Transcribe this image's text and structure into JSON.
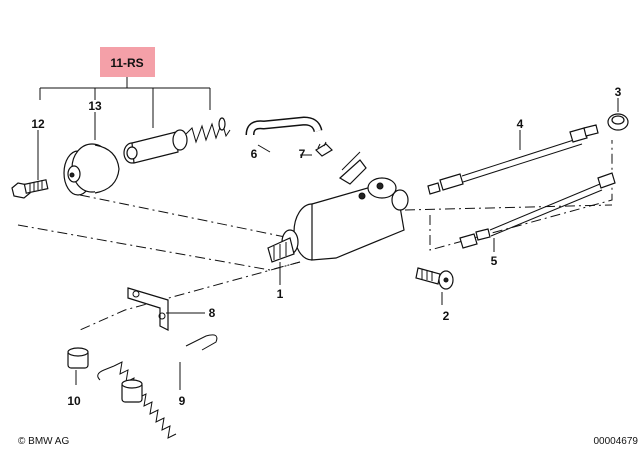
{
  "kit_label": "11-RS",
  "kit_color": "#f4a0a8",
  "callouts": {
    "p1": "1",
    "p2": "2",
    "p3": "3",
    "p4": "4",
    "p5": "5",
    "p6": "6",
    "p7": "7",
    "p8": "8",
    "p9": "9",
    "p10": "10",
    "p12": "12",
    "p13": "13"
  },
  "copyright": "© BMW AG",
  "diagram_id": "00004679"
}
